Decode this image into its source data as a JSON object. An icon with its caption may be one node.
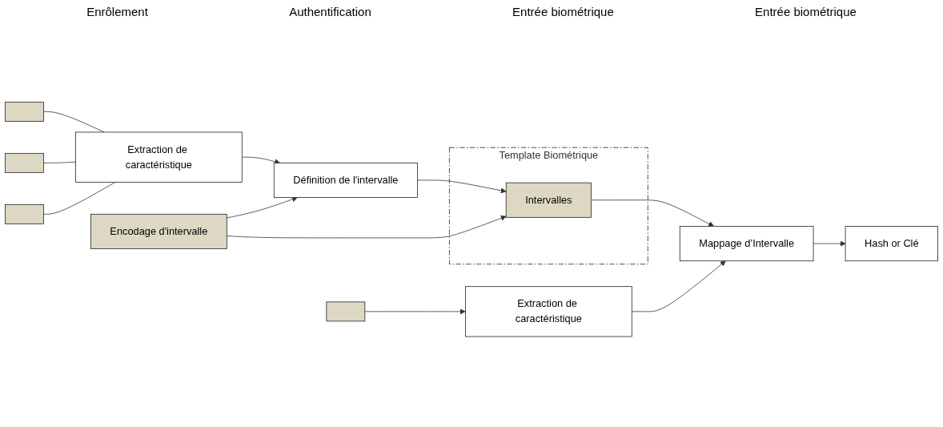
{
  "diagram": {
    "nodes": [
      {
        "text": [],
        "shape": "box"
      },
      {
        "text": [],
        "shape": "box"
      },
      {
        "text": [],
        "shape": "box"
      },
      {
        "text": [
          "Extraction de caractéristique"
        ]
      },
      {
        "text": [
          "Définition de l'intervalle"
        ]
      },
      {
        "text": [
          "Template Biométrique"
        ]
      },
      {
        "text": [
          "Intervalles"
        ],
        "in": 5
      },
      {
        "text": [
          "Hash or Clé"
        ]
      },
      {
        "text": [
          "Mappage d’Intervalle"
        ]
      },
      {
        "text": [
          "Extraction de caractéristique"
        ]
      },
      {
        "text": [],
        "shape": "box"
      },
      {
        "text": [
          "Encodage d'intervalle"
        ]
      }
    ],
    "edges": [
      {
        "from": 0,
        "to": 3,
        "arrow": "none"
      },
      {
        "from": 1,
        "to": 3,
        "arrow": "none"
      },
      {
        "from": 2,
        "to": 3,
        "arrow": "none"
      },
      {
        "from": 3,
        "to": 4,
        "arrow": "to"
      },
      {
        "from": 4,
        "to": 6,
        "arrow": "to"
      },
      {
        "from": 11,
        "to": 4,
        "arrow": "to"
      },
      {
        "from": 11,
        "to": 6,
        "arrow": "to"
      },
      {
        "from": 6,
        "to": 8,
        "arrow": "to"
      },
      {
        "from": 8,
        "to": 7,
        "arrow": "to"
      },
      {
        "from": 9,
        "to": 8,
        "arrow": "to"
      },
      {
        "from": 10,
        "to": 9,
        "arrow": "to"
      }
    ],
    "labels": [
      "Enrôlement",
      "Authentification",
      "Entrée biométrique",
      "Entrée biométrique"
    ]
  }
}
